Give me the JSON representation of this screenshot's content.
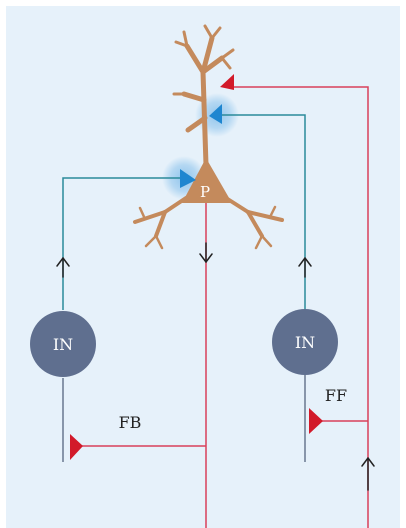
{
  "labels": {
    "pyramidal": "P",
    "interneuron_left": "IN",
    "interneuron_right": "IN",
    "feedback": "FB",
    "feedforward": "FF"
  },
  "colors": {
    "background": "#e6f1fa",
    "neuron_body": "#c48a5c",
    "interneuron": "#5f6f8f",
    "excitatory_axon": "#d9405a",
    "inhibitory_axon": "#2a8a9a",
    "inhibitory_synapse": "#1e86d0",
    "excitatory_synapse": "#d21a2a",
    "direction_arrow": "#222222",
    "synapse_glow": "#8cc3ec"
  }
}
